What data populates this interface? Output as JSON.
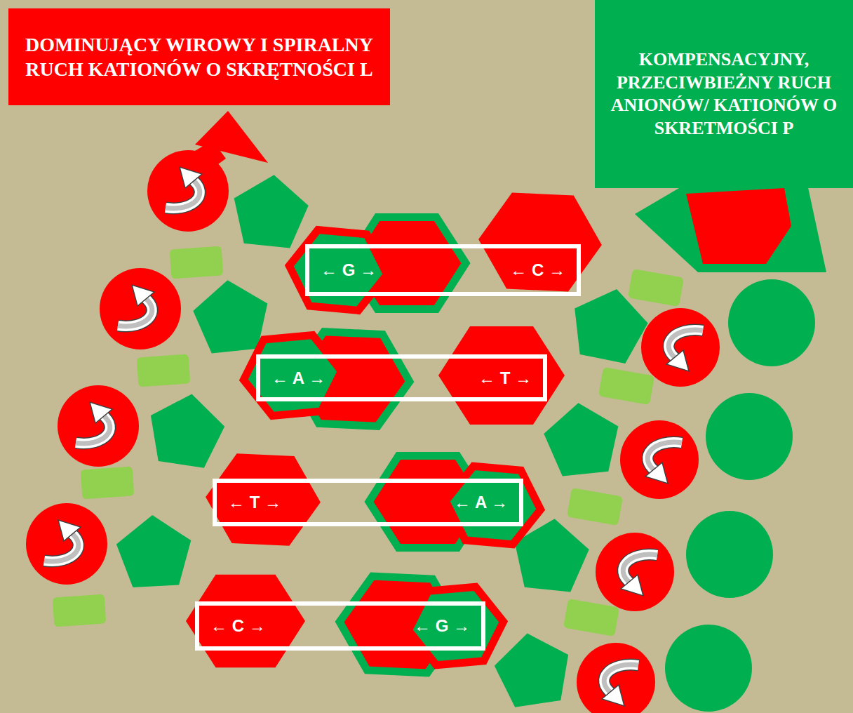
{
  "diagram": {
    "nodes": [
      {
        "text": [
          "DOMINUJĄCY WIROWY I SPIRALNY RUCH KATIONÓW O SKRĘTNOŚCI L"
        ]
      },
      {
        "text": [
          "KOMPENSACYJNY, PRZECIWBIEŻNY RUCH ANIONÓW/ KATIONÓW O SKRETMOŚCI P"
        ]
      },
      {
        "text": [
          "← G →",
          "← C →"
        ]
      },
      {
        "text": [
          "← A →",
          "← T →"
        ]
      },
      {
        "text": [
          "← T →",
          "← A →"
        ]
      },
      {
        "text": [
          "← C →",
          "← G →"
        ]
      }
    ]
  }
}
